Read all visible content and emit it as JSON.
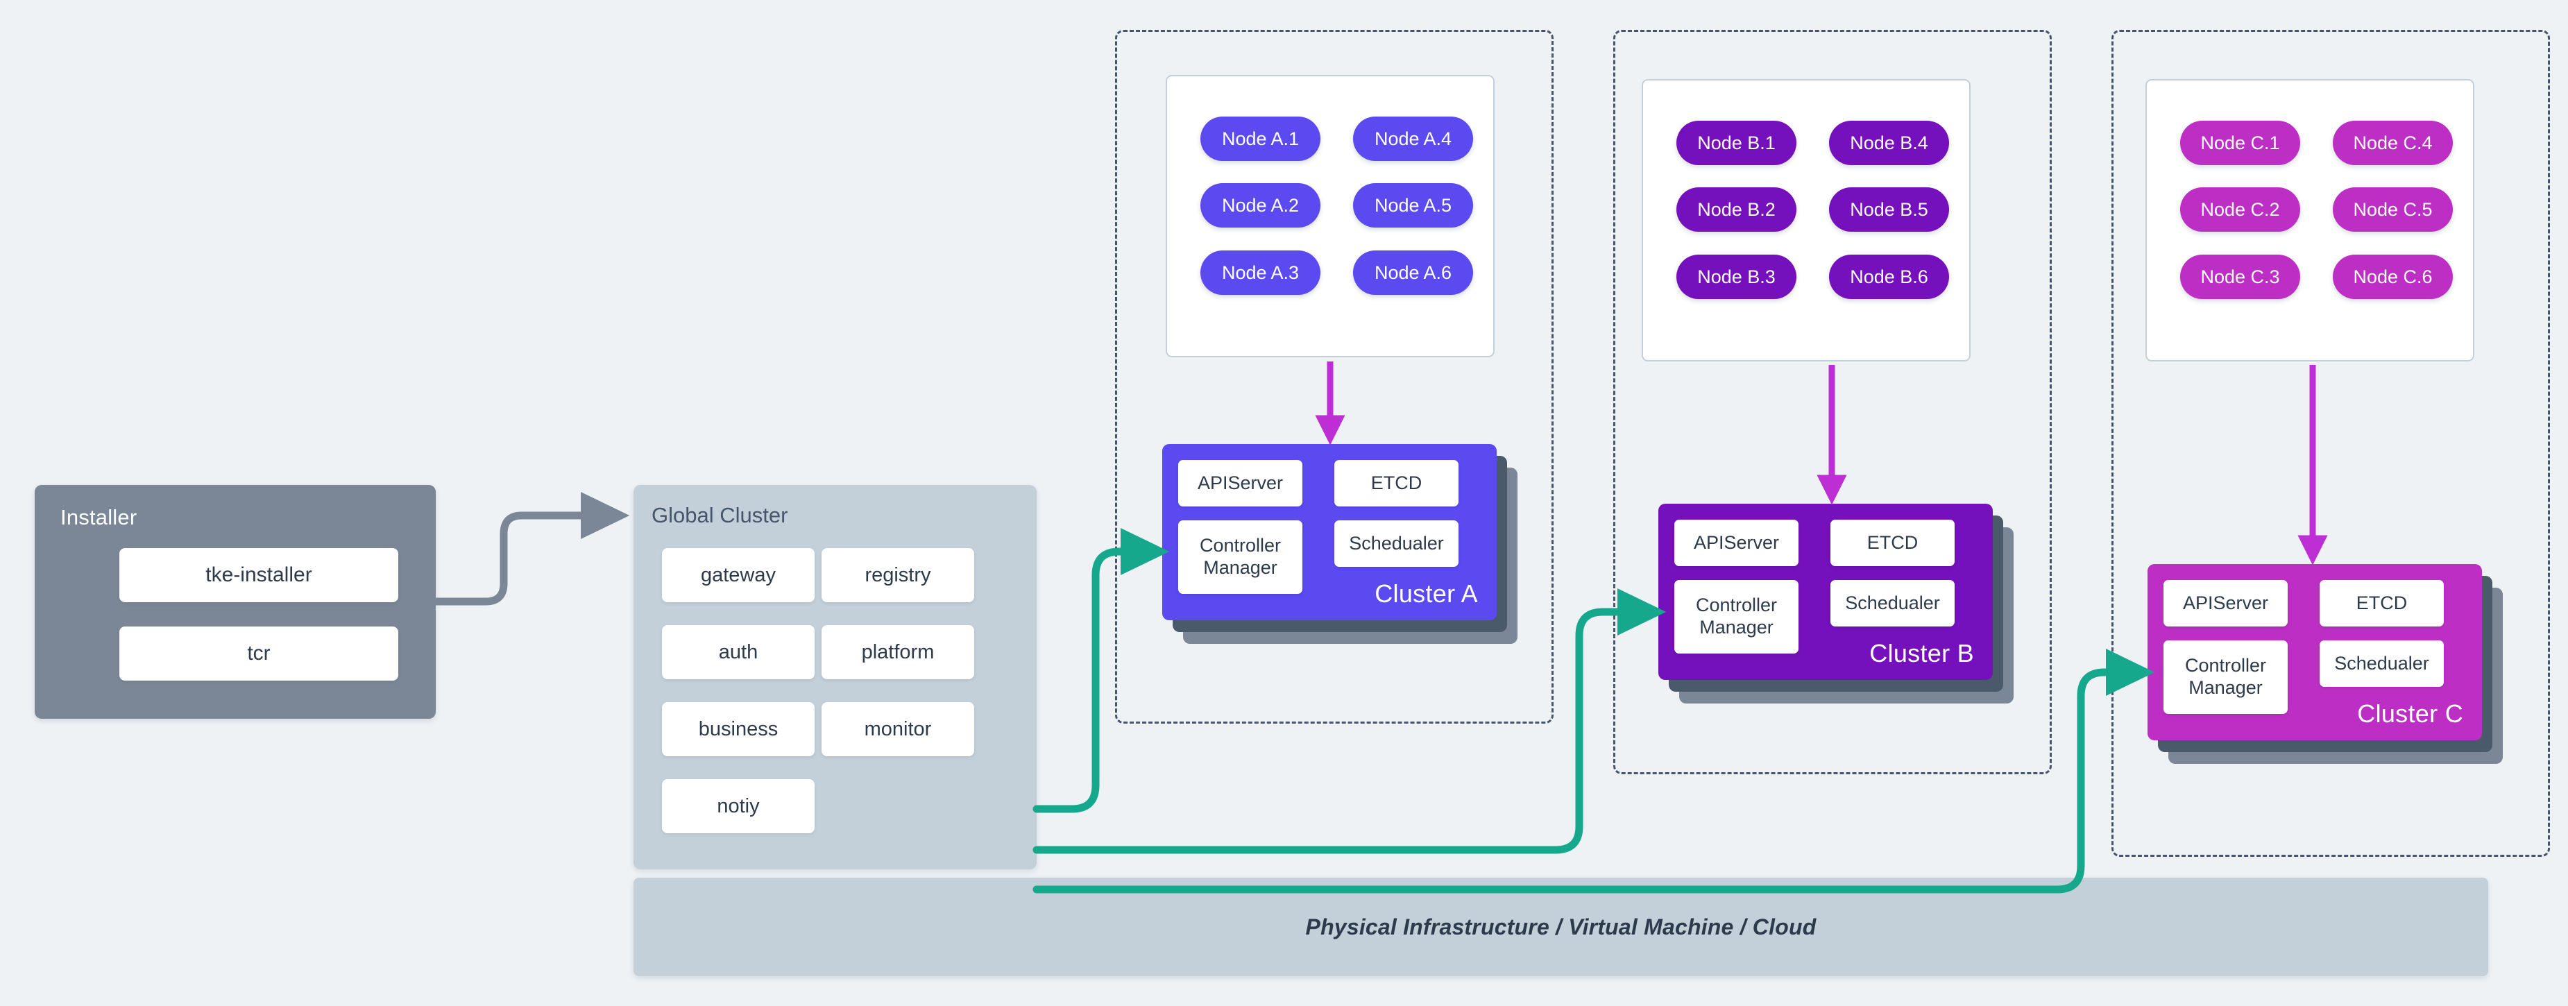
{
  "installer": {
    "title": "Installer",
    "cards": [
      "tke-installer",
      "tcr"
    ]
  },
  "global_cluster": {
    "title": "Global Cluster",
    "services": [
      "gateway",
      "registry",
      "auth",
      "platform",
      "business",
      "monitor",
      "notiy"
    ]
  },
  "clusters": [
    {
      "id": "a",
      "label": "Cluster A",
      "accent": "#5b4af0",
      "node_accent": "#5b4af0",
      "nodes": [
        "Node A.1",
        "Node A.4",
        "Node A.2",
        "Node A.5",
        "Node A.3",
        "Node A.6"
      ],
      "control_plane": {
        "apiserver": "APIServer",
        "etcd": "ETCD",
        "controller_manager": "Controller Manager",
        "scheduler": "Schedualer"
      }
    },
    {
      "id": "b",
      "label": "Cluster B",
      "accent": "#7410bc",
      "node_accent": "#7410bc",
      "nodes": [
        "Node B.1",
        "Node B.4",
        "Node B.2",
        "Node B.5",
        "Node B.3",
        "Node B.6"
      ],
      "control_plane": {
        "apiserver": "APIServer",
        "etcd": "ETCD",
        "controller_manager": "Controller Manager",
        "scheduler": "Schedualer"
      }
    },
    {
      "id": "c",
      "label": "Cluster C",
      "accent": "#bd2fc4",
      "node_accent": "#bd2fc4",
      "nodes": [
        "Node C.1",
        "Node C.4",
        "Node C.2",
        "Node C.5",
        "Node C.3",
        "Node C.6"
      ],
      "control_plane": {
        "apiserver": "APIServer",
        "etcd": "ETCD",
        "controller_manager": "Controller Manager",
        "scheduler": "Schedualer"
      }
    }
  ],
  "infrastructure": {
    "label": "Physical Infrastructure / Virtual Machine / Cloud"
  },
  "colors": {
    "background": "#eef2f5",
    "installer_panel": "#7b8796",
    "global_panel": "#c3cfd9",
    "infra_panel": "#c3cfd9",
    "zone_border": "#46556b",
    "teal_connector": "#16a88d",
    "gray_connector": "#7b8796",
    "magenta_arrow": "#bd2fd4",
    "card_white": "#ffffff",
    "text_dark": "#2d3a4b",
    "shadow_dark": "#4b5a6b",
    "shadow_light": "#7b8796"
  }
}
